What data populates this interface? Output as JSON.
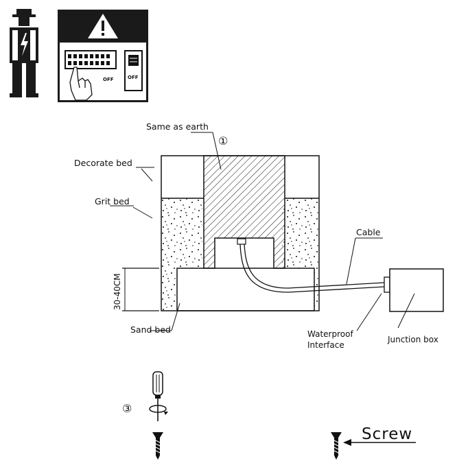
{
  "safety": {
    "off_label_breaker": "OFF",
    "off_label_switch": "OFF"
  },
  "labels": {
    "same_as_earth": "Same as earth",
    "decorate_bed": "Decorate bed",
    "grit_bed": "Grit bed",
    "cable": "Cable",
    "depth": "30-40CM",
    "sand_bed": "Sand bed",
    "waterproof_line1": "Waterproof",
    "waterproof_line2": "Interface",
    "junction_box": "Junction box",
    "screw": "Screw"
  },
  "steps": {
    "step1": "①",
    "step3": "③"
  },
  "colors": {
    "ink": "#111111",
    "panel_dark": "#1a1a1a",
    "paper": "#ffffff"
  },
  "icons": [
    "electrician-icon",
    "warning-icon",
    "breaker-panel-icon",
    "hand-icon",
    "screwdriver-icon",
    "rotate-arrow-icon",
    "screw-icon"
  ]
}
